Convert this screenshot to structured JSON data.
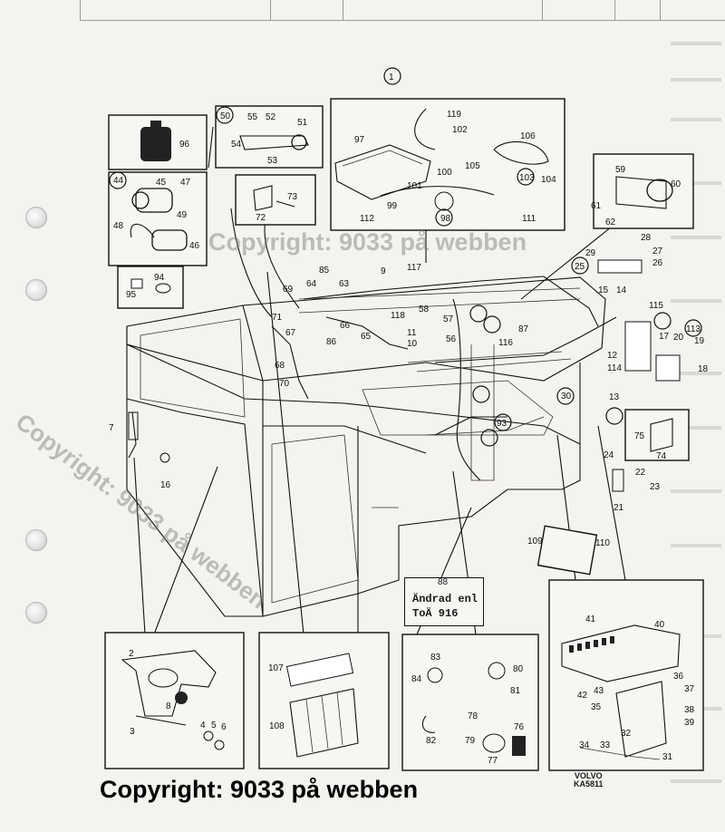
{
  "watermarks": {
    "upper": "Copyright: 9033 på webben",
    "diagonal": "Copyright: 9033 på webben",
    "bottom": "Copyright: 9033 på webben"
  },
  "note_box": {
    "number": "88",
    "line1": "Ändrad enl",
    "line2": "ToÄ 916"
  },
  "manufacturer": {
    "brand": "VOLVO",
    "code": "KA5811"
  },
  "callouts": [
    "1",
    "2",
    "3",
    "4",
    "5",
    "6",
    "7",
    "8",
    "9",
    "10",
    "11",
    "12",
    "13",
    "14",
    "15",
    "16",
    "17",
    "18",
    "19",
    "20",
    "21",
    "22",
    "23",
    "24",
    "25",
    "26",
    "27",
    "28",
    "29",
    "30",
    "31",
    "32",
    "33",
    "34",
    "35",
    "36",
    "37",
    "38",
    "39",
    "40",
    "41",
    "42",
    "43",
    "44",
    "45",
    "46",
    "47",
    "48",
    "49",
    "50",
    "51",
    "52",
    "53",
    "54",
    "55",
    "56",
    "57",
    "58",
    "59",
    "60",
    "61",
    "62",
    "63",
    "64",
    "65",
    "66",
    "67",
    "68",
    "69",
    "70",
    "71",
    "72",
    "73",
    "74",
    "75",
    "76",
    "77",
    "78",
    "79",
    "80",
    "81",
    "82",
    "83",
    "84",
    "85",
    "86",
    "87",
    "88",
    "93",
    "94",
    "95",
    "96",
    "97",
    "98",
    "99",
    "100",
    "101",
    "102",
    "103",
    "104",
    "105",
    "106",
    "107",
    "108",
    "109",
    "110",
    "111",
    "112",
    "113",
    "114",
    "115",
    "116",
    "117",
    "118",
    "119"
  ],
  "colors": {
    "ink": "#111111",
    "paper": "#f4f3ef",
    "watermark": "#808080"
  }
}
